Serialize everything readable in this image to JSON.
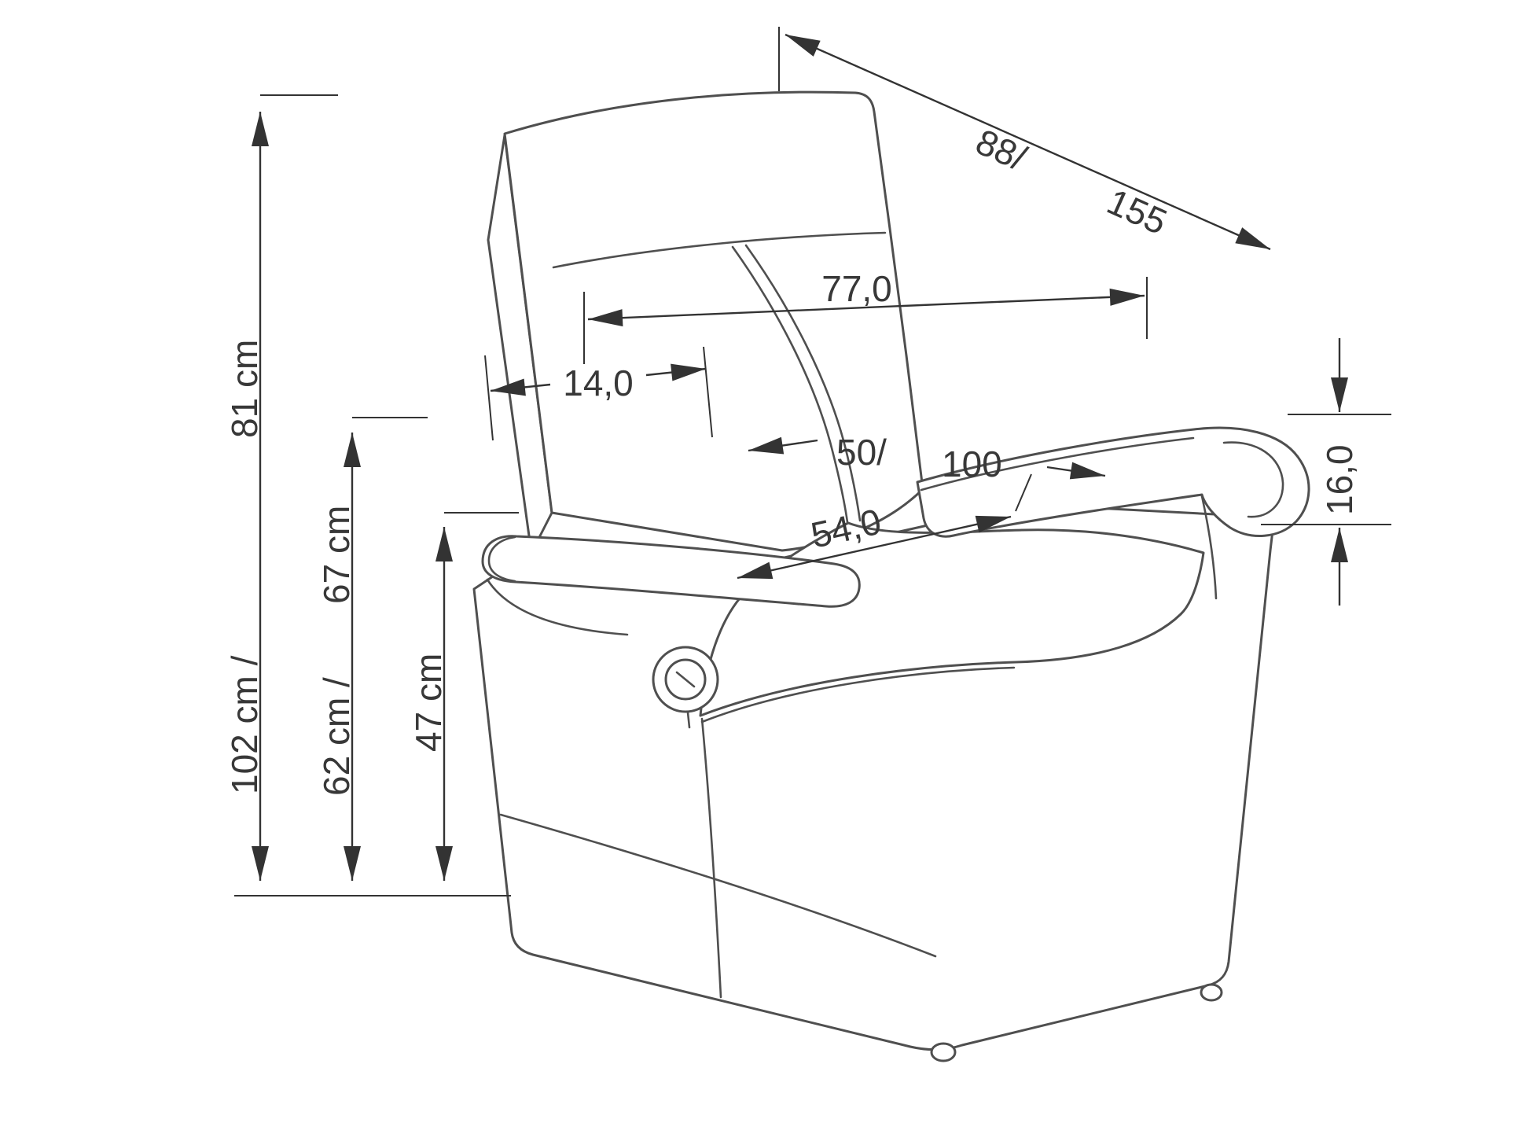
{
  "diagram": {
    "units": "cm",
    "colors": {
      "background": "#ffffff",
      "chair_line": "#4f4f4f",
      "dimension_line": "#333333",
      "text": "#383838"
    },
    "labels": {
      "depth": {
        "a": "88/",
        "b": "155"
      },
      "back_width": "77,0",
      "back_side": "14,0",
      "seat_width": {
        "a": "50/",
        "b": "100"
      },
      "seat_depth": "54,0",
      "armrest_roll": "16,0",
      "height": {
        "a": "81 cm",
        "b": "102 cm /"
      },
      "armrest_height": {
        "a": "67 cm",
        "b": "62 cm /"
      },
      "seat_height": "47 cm"
    }
  }
}
